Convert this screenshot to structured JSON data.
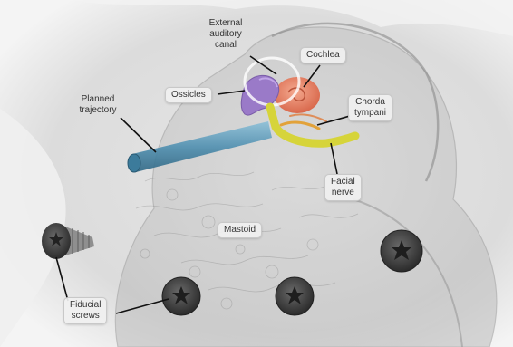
{
  "labels": {
    "external_auditory_canal": [
      "External",
      "auditory",
      "canal"
    ],
    "cochlea": "Cochlea",
    "ossicles": "Ossicles",
    "planned_trajectory": [
      "Planned",
      "trajectory"
    ],
    "chorda_tympani": [
      "Chorda",
      "tympani"
    ],
    "facial_nerve": [
      "Facial",
      "nerve"
    ],
    "mastoid": "Mastoid",
    "fiducial_screws": [
      "Fiducial",
      "screws"
    ]
  },
  "colors": {
    "bone": "#e4e4e4",
    "trajectory": "#4f8fb0",
    "ossicles": "#9a7ac8",
    "cochlea": "#e8846a",
    "facial_nerve": "#d6d43a",
    "chorda_tympani": "#e2a23a",
    "screw": "#3c3c3c"
  }
}
